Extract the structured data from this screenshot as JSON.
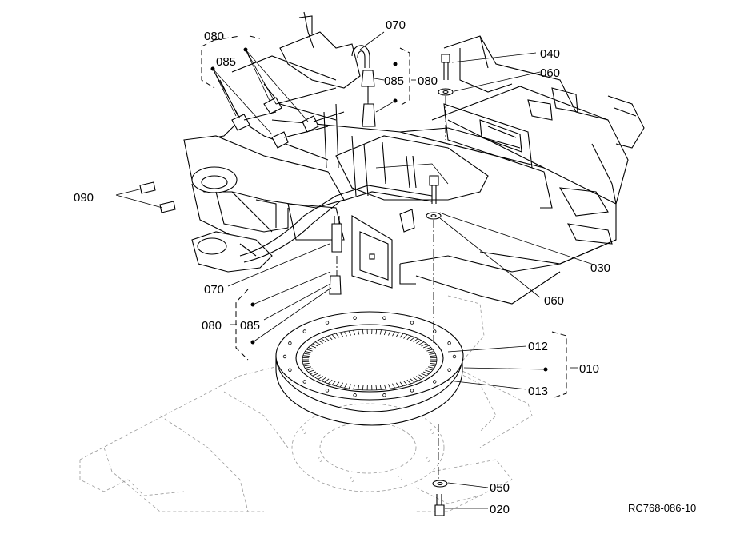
{
  "parts": {
    "p010": "010",
    "p012": "012",
    "p013": "013",
    "p020": "020",
    "p030": "030",
    "p040": "040",
    "p050": "050",
    "p060a": "060",
    "p060b": "060",
    "p070a": "070",
    "p070b": "070",
    "p080a": "080",
    "p080b": "080",
    "p080c": "080",
    "p085a": "085",
    "p085b": "085",
    "p085c": "085",
    "p090": "090"
  },
  "reference": "RC768-086-10"
}
